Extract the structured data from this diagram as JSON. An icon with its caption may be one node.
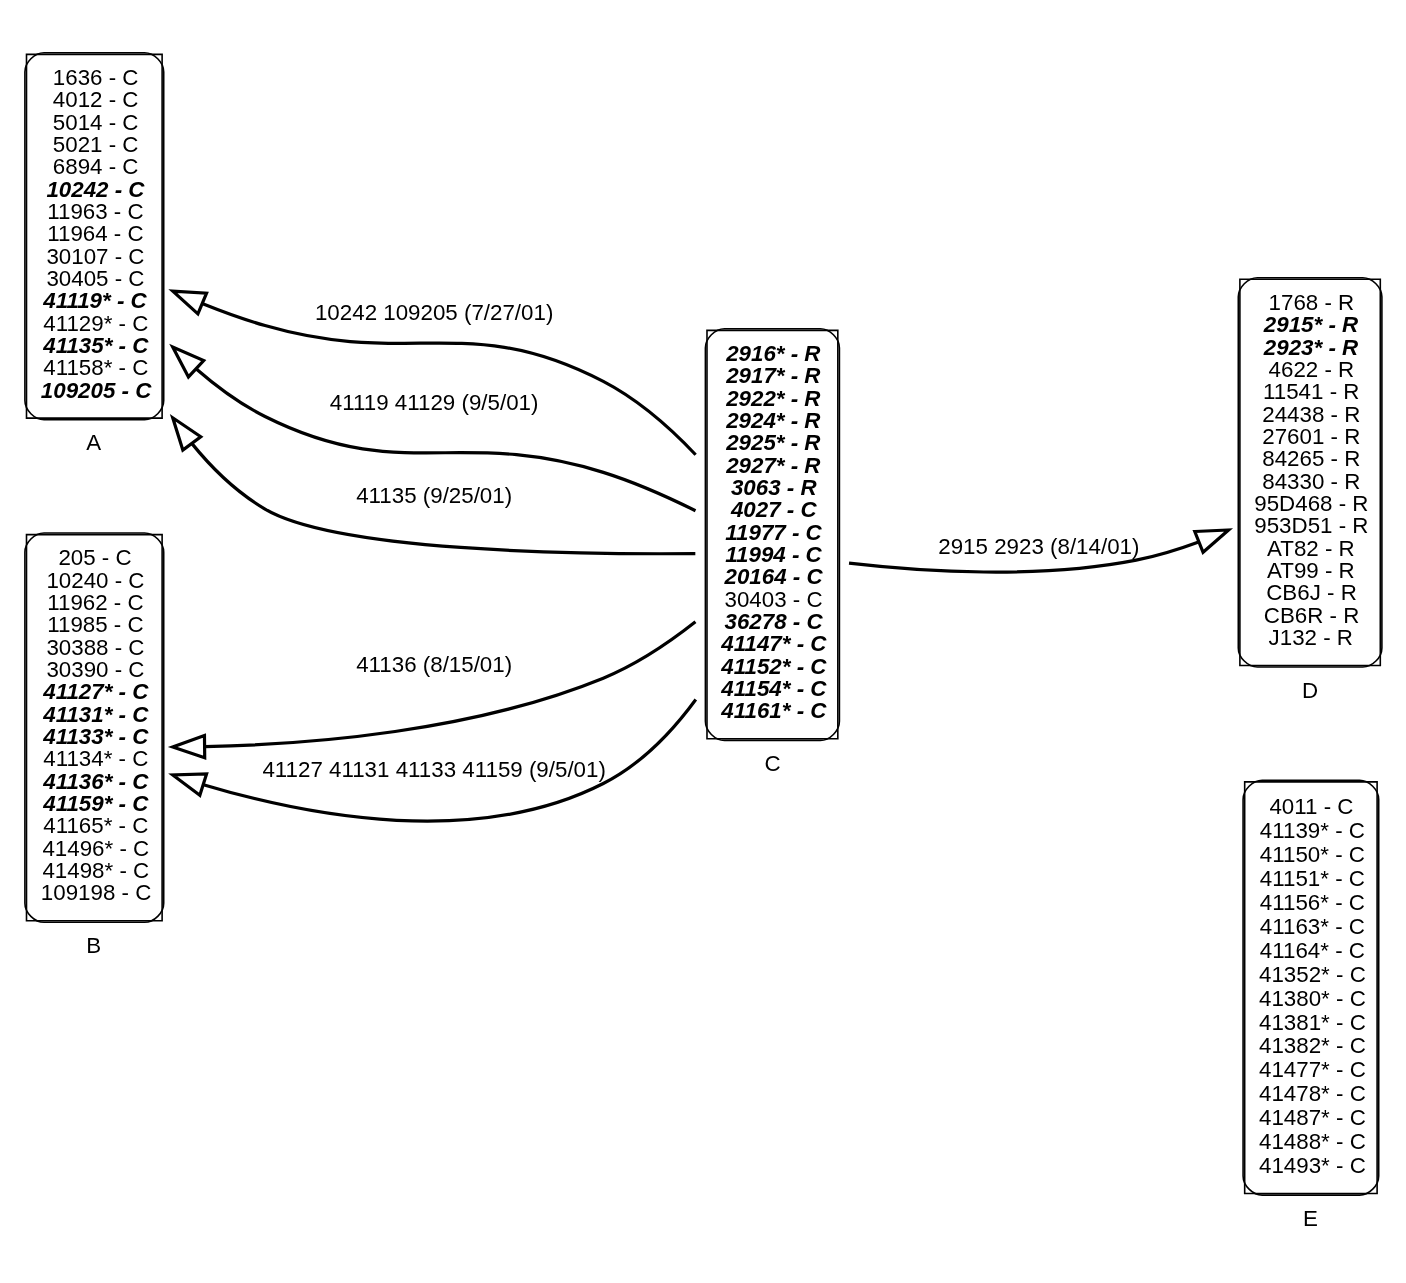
{
  "diagram": {
    "nodes": [
      {
        "text": [
          "1636 - C",
          "4012 - C",
          "5014 - C",
          "5021 - C",
          "6894 - C",
          "10242 - C",
          "11963 - C",
          "11964 - C",
          "30107 - C",
          "30405 - C",
          "41119* - C",
          "41129* - C",
          "41135* - C",
          "41158* - C",
          "109205 - C"
        ],
        "beside": [
          "A"
        ]
      },
      {
        "text": [
          "2916* - R",
          "2917* - R",
          "2922* - R",
          "2924* - R",
          "2925* - R",
          "2927* - R",
          "3063 - R",
          "4027 - C",
          "11977 - C",
          "11994 - C",
          "20164 - C",
          "30403 - C",
          "36278 - C",
          "41147* - C",
          "41152* - C",
          "41154* - C",
          "41161* - C"
        ],
        "beside": [
          "C"
        ]
      },
      {
        "text": [
          "1768 - R",
          "2915* - R",
          "2923* - R",
          "4622 - R",
          "11541 - R",
          "24438 - R",
          "27601 - R",
          "84265 - R",
          "84330 - R",
          "95D468 - R",
          "953D51 - R",
          "AT82 - R",
          "AT99 - R",
          "CB6J - R",
          "CB6R - R",
          "J132 - R"
        ],
        "beside": [
          "D"
        ]
      },
      {
        "text": [
          "205 - C",
          "10240 - C",
          "11962 - C",
          "11985 - C",
          "30388 - C",
          "30390 - C",
          "41127* - C",
          "41131* - C",
          "41133* - C",
          "41134* - C",
          "41136* - C",
          "41159* - C",
          "41165* - C",
          "41496* - C",
          "41498* - C",
          "109198 - C"
        ],
        "beside": [
          "B"
        ]
      },
      {
        "text": [
          "4011 - C",
          "41139* - C",
          "41150* - C",
          "41151* - C",
          "41156* - C",
          "41163* - C",
          "41164* - C",
          "41352* - C",
          "41380* - C",
          "41381* - C",
          "41382* - C",
          "41477* - C",
          "41478* - C",
          "41487* - C",
          "41488* - C",
          "41493* - C"
        ],
        "beside": [
          "E"
        ]
      }
    ],
    "edges": [
      {
        "from": 1,
        "to": 0,
        "arrow": "to",
        "label": "10242 109205 (7/27/01)"
      },
      {
        "from": 1,
        "to": 0,
        "arrow": "to",
        "label": "41119 41129 (9/5/01)"
      },
      {
        "from": 1,
        "to": 0,
        "arrow": "to",
        "label": "41135 (9/25/01)"
      },
      {
        "from": 1,
        "to": 3,
        "arrow": "to",
        "label": "41136 (8/15/01)"
      },
      {
        "from": 1,
        "to": 3,
        "arrow": "to",
        "label": "41127 41131 41133 41159 (9/5/01)"
      },
      {
        "from": 1,
        "to": 2,
        "arrow": "to",
        "label": "2915 2923 (8/14/01)"
      }
    ]
  }
}
